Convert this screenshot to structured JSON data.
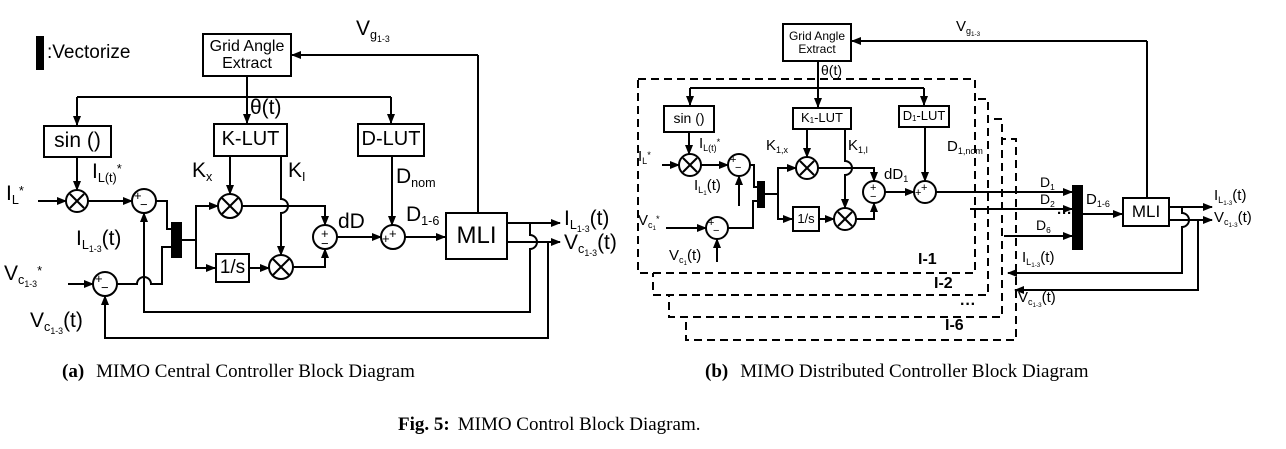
{
  "figure": {
    "caption_a_tag": "(a)",
    "caption_a": "MIMO Central Controller Block Diagram",
    "caption_b_tag": "(b)",
    "caption_b": "MIMO Distributed Controller Block Diagram",
    "fig_tag": "Fig. 5:",
    "fig_caption": "MIMO Control Block Diagram."
  },
  "legend": {
    "vectorize": ":Vectorize"
  },
  "diagram_a": {
    "boxes": {
      "grid_angle": [
        "Grid Angle",
        "Extract"
      ],
      "sin": "sin ()",
      "klut": "K-LUT",
      "dlut": "D-LUT",
      "integrator": "1/s",
      "mli": "MLI"
    },
    "labels": {
      "vg": [
        [
          "V",
          "b"
        ],
        [
          "g",
          "s"
        ],
        [
          "1-3",
          "ss"
        ]
      ],
      "theta": [
        [
          "θ(t)",
          "b"
        ]
      ],
      "il_star": [
        [
          "I",
          "b"
        ],
        [
          "L",
          "s"
        ],
        [
          "*",
          "p"
        ]
      ],
      "ilt_star": [
        [
          "I",
          "b"
        ],
        [
          "L(t)",
          "s"
        ],
        [
          "*",
          "p"
        ]
      ],
      "il13t": [
        [
          "I",
          "b"
        ],
        [
          "L",
          "s"
        ],
        [
          "1-3",
          "ss"
        ],
        [
          "(t)",
          "b"
        ]
      ],
      "vc13_star": [
        [
          "V",
          "b"
        ],
        [
          "c",
          "s"
        ],
        [
          "1-3",
          "ss"
        ],
        [
          "*",
          "p"
        ]
      ],
      "vc13t": [
        [
          "V",
          "b"
        ],
        [
          "c",
          "s"
        ],
        [
          "1-3",
          "ss"
        ],
        [
          "(t)",
          "b"
        ]
      ],
      "kx": [
        [
          "K",
          "b"
        ],
        [
          "x",
          "s"
        ]
      ],
      "ki": [
        [
          "K",
          "b"
        ],
        [
          "I",
          "s"
        ]
      ],
      "dd": [
        [
          "dD",
          "b"
        ]
      ],
      "dnom": [
        [
          "D",
          "b"
        ],
        [
          "nom",
          "s"
        ]
      ],
      "d16": [
        [
          "D",
          "b"
        ],
        [
          "1-6",
          "s"
        ]
      ]
    },
    "junctions": {
      "current": {
        "in": "+",
        "fb": "−"
      },
      "voltage": {
        "in": "+",
        "fb": "−"
      },
      "pi": {
        "p": "+",
        "i": "−"
      },
      "duty": {
        "nom": "+",
        "dd": "+"
      }
    }
  },
  "diagram_b": {
    "boxes": {
      "grid_angle": [
        "Grid Angle",
        "Extract"
      ],
      "sin": "sin ()",
      "klut": [
        [
          "K",
          "b"
        ],
        [
          "1",
          "s"
        ],
        [
          "-LUT",
          "b"
        ]
      ],
      "dlut": [
        [
          "D",
          "b"
        ],
        [
          "1",
          "s"
        ],
        [
          "-LUT",
          "b"
        ]
      ],
      "integrator": "1/s",
      "mli": "MLI"
    },
    "labels": {
      "vg": [
        [
          "V",
          "b"
        ],
        [
          "g",
          "s"
        ],
        [
          "1-3",
          "ss"
        ]
      ],
      "theta": [
        [
          "θ(t)",
          "b"
        ]
      ],
      "il_star": [
        [
          "I",
          "b"
        ],
        [
          "L",
          "s"
        ],
        [
          "*",
          "p"
        ]
      ],
      "ilt_star": [
        [
          "I",
          "b"
        ],
        [
          "L(t)",
          "s"
        ],
        [
          "*",
          "p"
        ]
      ],
      "il1t": [
        [
          "I",
          "b"
        ],
        [
          "L",
          "s"
        ],
        [
          "1",
          "ss"
        ],
        [
          "(t)",
          "b"
        ]
      ],
      "vc1_star": [
        [
          "V",
          "b"
        ],
        [
          "c",
          "s"
        ],
        [
          "1",
          "ss"
        ],
        [
          "*",
          "p"
        ]
      ],
      "vc1t": [
        [
          "V",
          "b"
        ],
        [
          "c",
          "s"
        ],
        [
          "1",
          "ss"
        ],
        [
          "(t)",
          "b"
        ]
      ],
      "k1x": [
        [
          "K",
          "b"
        ],
        [
          "1,x",
          "s"
        ]
      ],
      "k1i": [
        [
          "K",
          "b"
        ],
        [
          "1,I",
          "s"
        ]
      ],
      "dd1": [
        [
          "dD",
          "b"
        ],
        [
          "1",
          "s"
        ]
      ],
      "d1nom": [
        [
          "D",
          "b"
        ],
        [
          "1,nom",
          "s"
        ]
      ],
      "d1": [
        [
          "D",
          "b"
        ],
        [
          "1",
          "s"
        ]
      ],
      "d2": [
        [
          "D",
          "b"
        ],
        [
          "2",
          "s"
        ]
      ],
      "d6": [
        [
          "D",
          "b"
        ],
        [
          "6",
          "s"
        ]
      ],
      "bus_dots": [
        [
          "···",
          "b"
        ]
      ],
      "d16": [
        [
          "D",
          "b"
        ],
        [
          "1-6",
          "s"
        ]
      ],
      "il13t": [
        [
          "I",
          "b"
        ],
        [
          "L",
          "s"
        ],
        [
          "1-3",
          "ss"
        ],
        [
          "(t)",
          "b"
        ]
      ],
      "vc13t": [
        [
          "V",
          "b"
        ],
        [
          "c",
          "s"
        ],
        [
          "1-3",
          "ss"
        ],
        [
          "(t)",
          "b"
        ]
      ]
    },
    "junctions": {
      "current": {
        "in": "+",
        "fb": "−"
      },
      "voltage": {
        "in": "+",
        "fb": "−"
      },
      "pi": {
        "p": "+",
        "i": "−"
      },
      "duty": {
        "nom": "+",
        "dd": "+"
      }
    },
    "layers": {
      "l1": "I-1",
      "l2": "I-2",
      "dots": "···",
      "l6": "I-6"
    }
  }
}
